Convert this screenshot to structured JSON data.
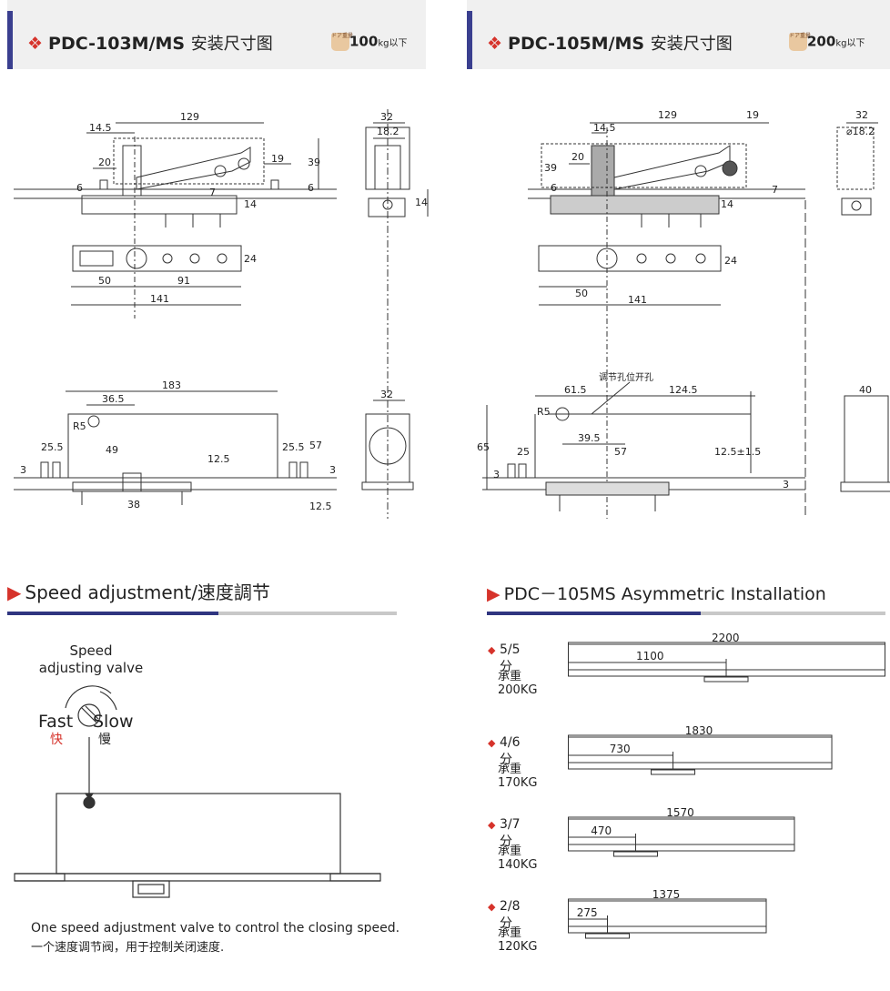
{
  "header_left": {
    "title": "PDC-103M/MS",
    "title_cn": "安装尺寸图",
    "badge_icon_text": "ドア重量",
    "badge_value": "100",
    "badge_unit": "kg以下"
  },
  "header_right": {
    "title": "PDC-105M/MS",
    "title_cn": "安装尺寸图",
    "badge_icon_text": "ドア重量",
    "badge_value": "200",
    "badge_unit": "kg以下"
  },
  "left_dims": {
    "d129": "129",
    "d14_5": "14.5",
    "d20": "20",
    "d19": "19",
    "d39": "39",
    "d6a": "6",
    "d6b": "6",
    "d7": "7",
    "d14": "14",
    "d32": "32",
    "d18_2": "18.2",
    "d14b": "14",
    "d24": "24",
    "d50": "50",
    "d91": "91",
    "d141": "141",
    "d183": "183",
    "d36_5": "36.5",
    "r5": "R5",
    "d25_5a": "25.5",
    "d25_5b": "25.5",
    "d49": "49",
    "d12_5a": "12.5",
    "d57": "57",
    "d3a": "3",
    "d3b": "3",
    "d38": "38",
    "d12_5b": "12.5",
    "d32b": "32"
  },
  "right_dims": {
    "d129": "129",
    "d19": "19",
    "d14_5": "14.5",
    "d39": "39",
    "d20": "20",
    "d6": "6",
    "d7": "7",
    "d14": "14",
    "d32": "32",
    "d18_2": "⌀18.2",
    "d24": "24",
    "d50": "50",
    "d141": "141",
    "note": "调节孔位开孔",
    "d61_5": "61.5",
    "d124_5": "124.5",
    "r5": "R5",
    "d39_5": "39.5",
    "d65": "65",
    "d57": "57",
    "d12_5pm": "12.5±1.5",
    "d25": "25",
    "d3a": "3",
    "d3b": "3",
    "d40": "40"
  },
  "speed": {
    "title": "Speed adjustment/速度調节",
    "valve_label_1": "Speed",
    "valve_label_2": "adjusting valve",
    "fast": "Fast",
    "fast_cn": "快",
    "slow": "Slow",
    "slow_cn": "慢",
    "caption_en": "One speed adjustment valve to control the closing speed.",
    "caption_cn": "一个速度调节阀，用于控制关闭速度."
  },
  "asym": {
    "title": "PDC－105MS Asymmetric Installation",
    "rows": [
      {
        "ratio": "5/5分",
        "load": "承重200KG",
        "total": "2200",
        "part": "1100",
        "total_frac": 1.0,
        "part_frac": 0.5
      },
      {
        "ratio": "4/6分",
        "load": "承重170KG",
        "total": "1830",
        "part": "730",
        "total_frac": 0.832,
        "part_frac": 0.332
      },
      {
        "ratio": "3/7分",
        "load": "承重140KG",
        "total": "1570",
        "part": "470",
        "total_frac": 0.714,
        "part_frac": 0.214
      },
      {
        "ratio": "2/8分",
        "load": "承重120KG",
        "total": "1375",
        "part": "275",
        "total_frac": 0.625,
        "part_frac": 0.125
      }
    ]
  },
  "colors": {
    "accent_bar": "#3a3f8f",
    "diamond": "#d6332b",
    "rule_dark": "#2f3580",
    "rule_light": "#c8c8c8",
    "highlight": "#d6332b"
  }
}
